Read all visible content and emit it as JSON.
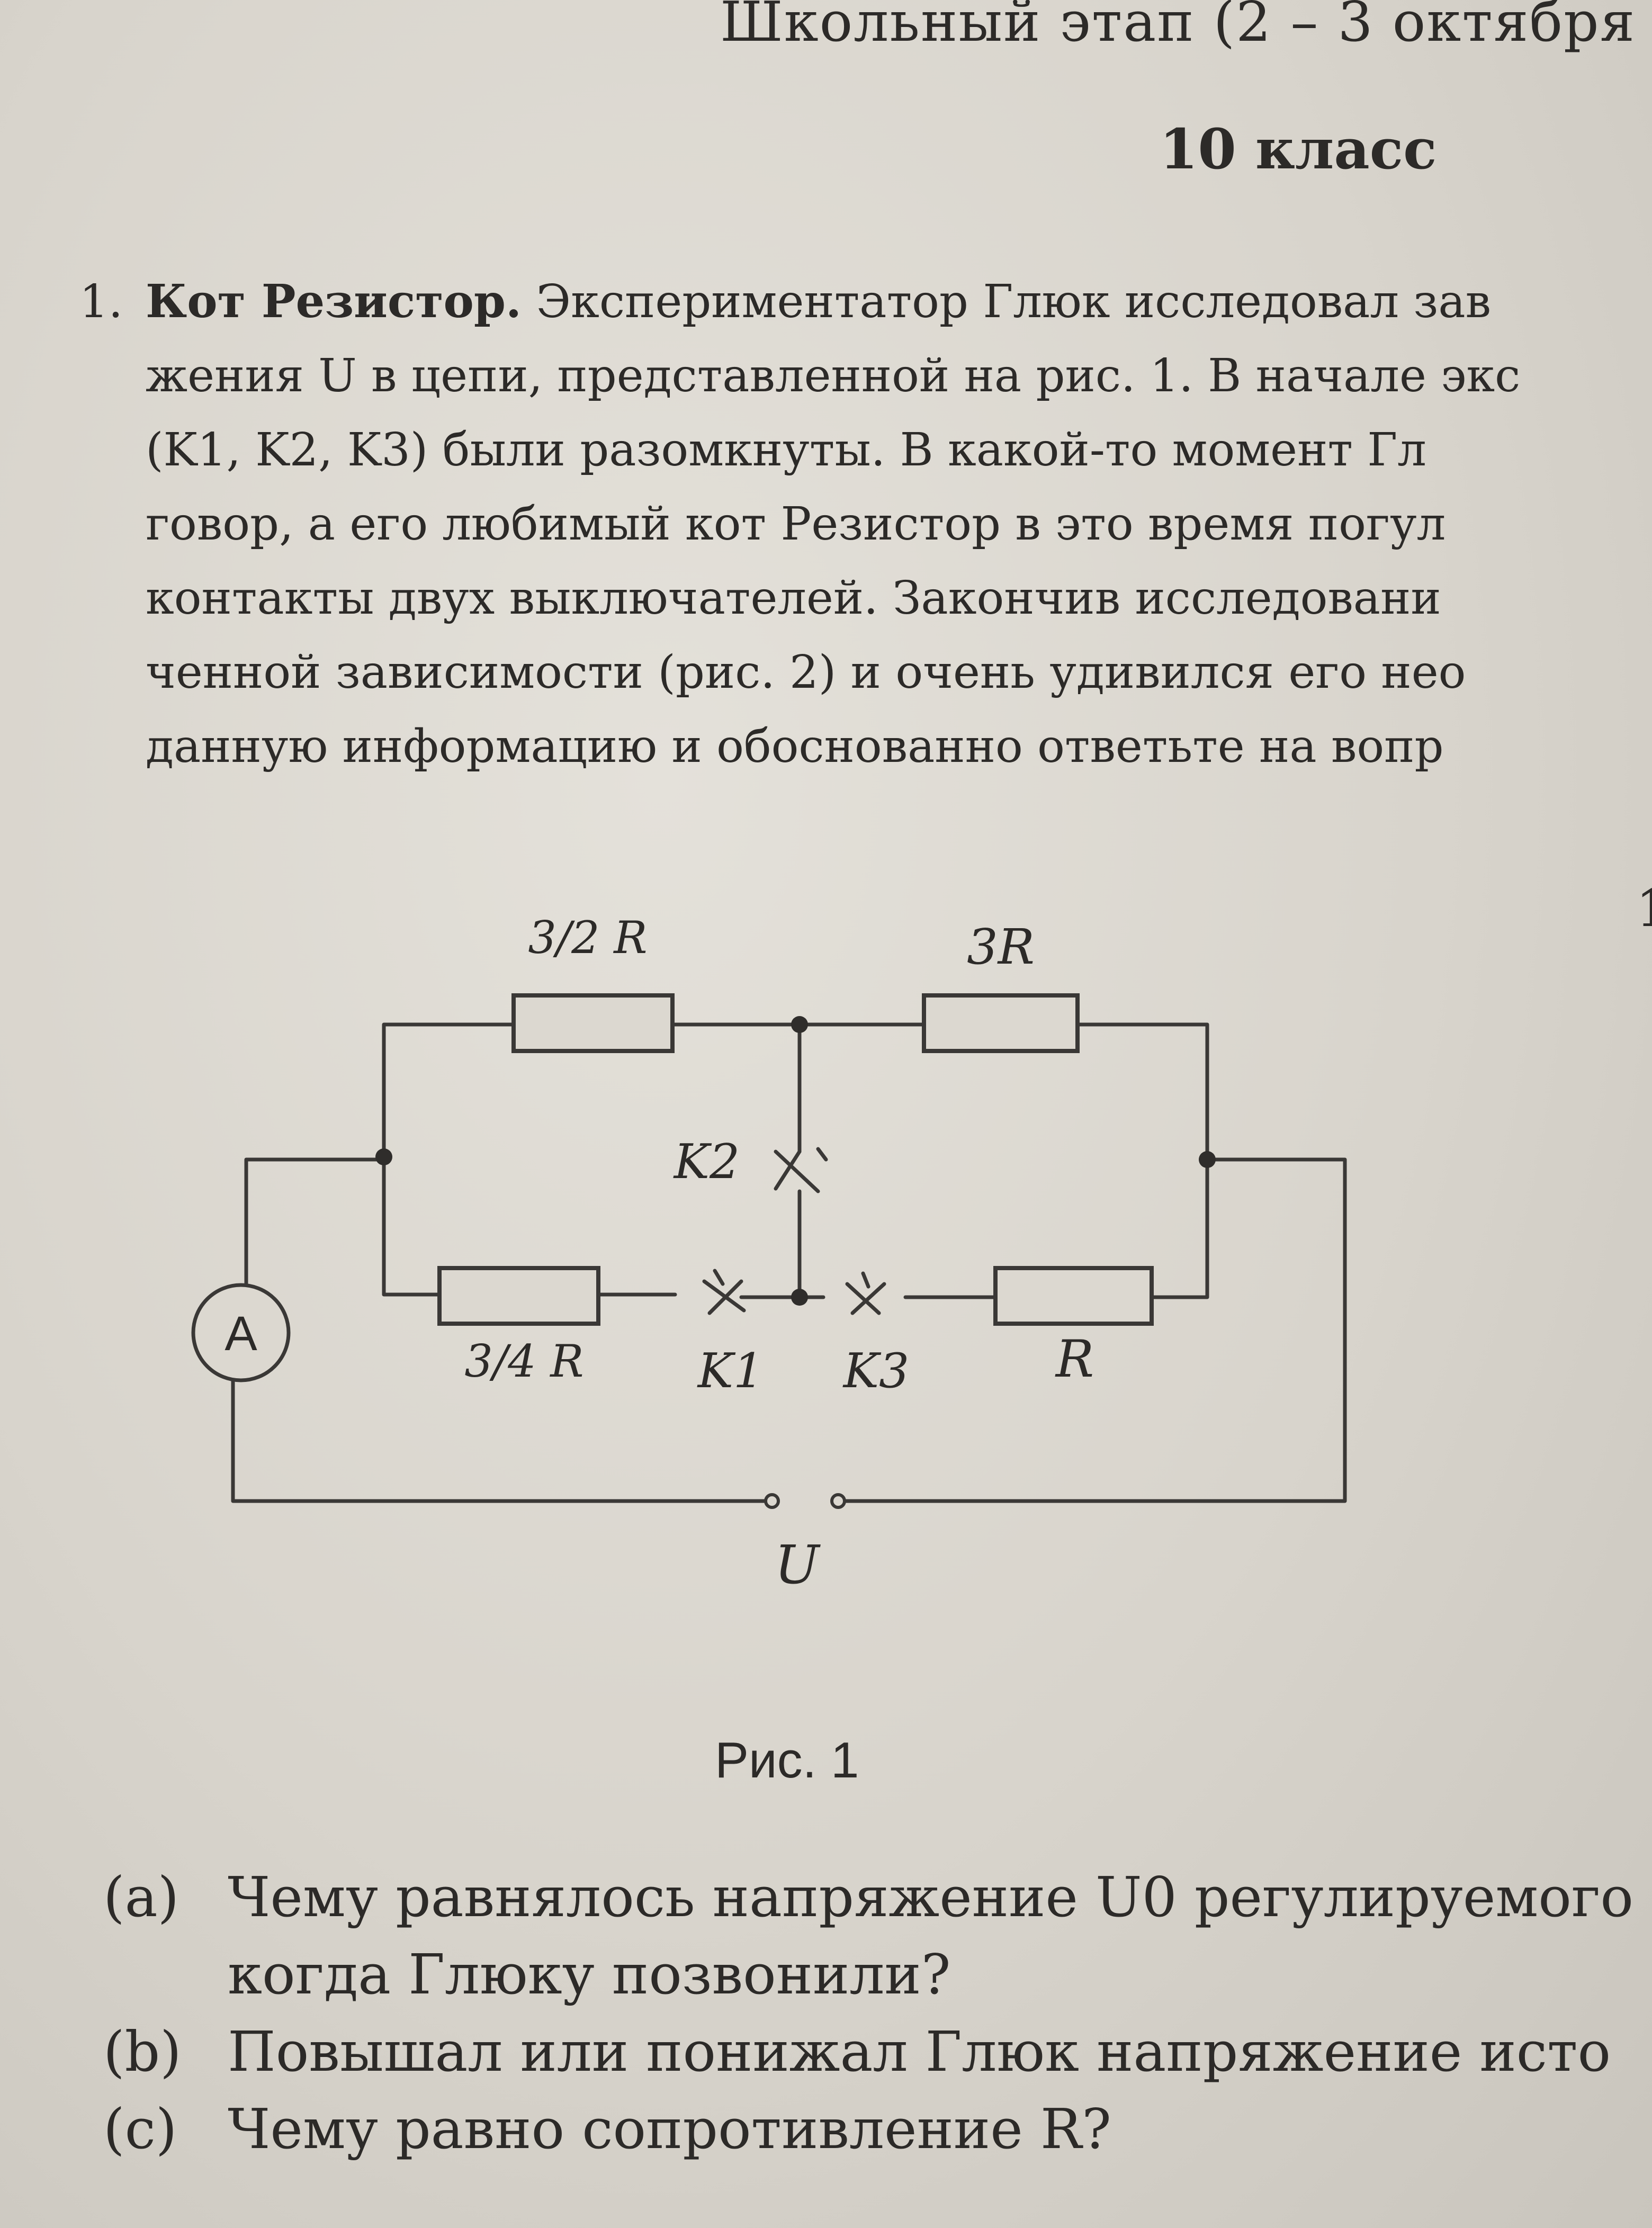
{
  "header": {
    "stage": "Школьный этап (2 – 3 октября",
    "grade": "10 класс"
  },
  "problem": {
    "number": "1.",
    "title": "Кот Резистор.",
    "lines": [
      "Экспериментатор Глюк исследовал зав",
      "жения U в цепи, представленной на рис. 1. В начале экс",
      "(K1, K2, K3) были разомкнуты. В какой-то момент Гл",
      "говор, а его любимый кот Резистор в это время погул",
      "контакты двух выключателей. Закончив исследовани",
      "ченной зависимости (рис. 2) и очень удивился его нео",
      "данную информацию и обоснованно ответьте на вопр"
    ]
  },
  "circuit": {
    "resistor_top_left": "3/2 R",
    "resistor_top_right": "3R",
    "resistor_bottom_left": "3/4 R",
    "resistor_bottom_right": "R",
    "switch_k1": "K1",
    "switch_k2": "K2",
    "switch_k3": "K3",
    "ammeter": "A",
    "source": "U"
  },
  "figure_caption": "Рис. 1",
  "right_edge_mark": "1",
  "questions": [
    {
      "label": "(a)",
      "lines": [
        "Чему равнялось напряжение U0 регулируемого",
        "когда Глюку позвонили?"
      ]
    },
    {
      "label": "(b)",
      "lines": [
        "Повышал или понижал Глюк напряжение исто"
      ]
    },
    {
      "label": "(c)",
      "lines": [
        "Чему равно сопротивление R?"
      ]
    }
  ]
}
